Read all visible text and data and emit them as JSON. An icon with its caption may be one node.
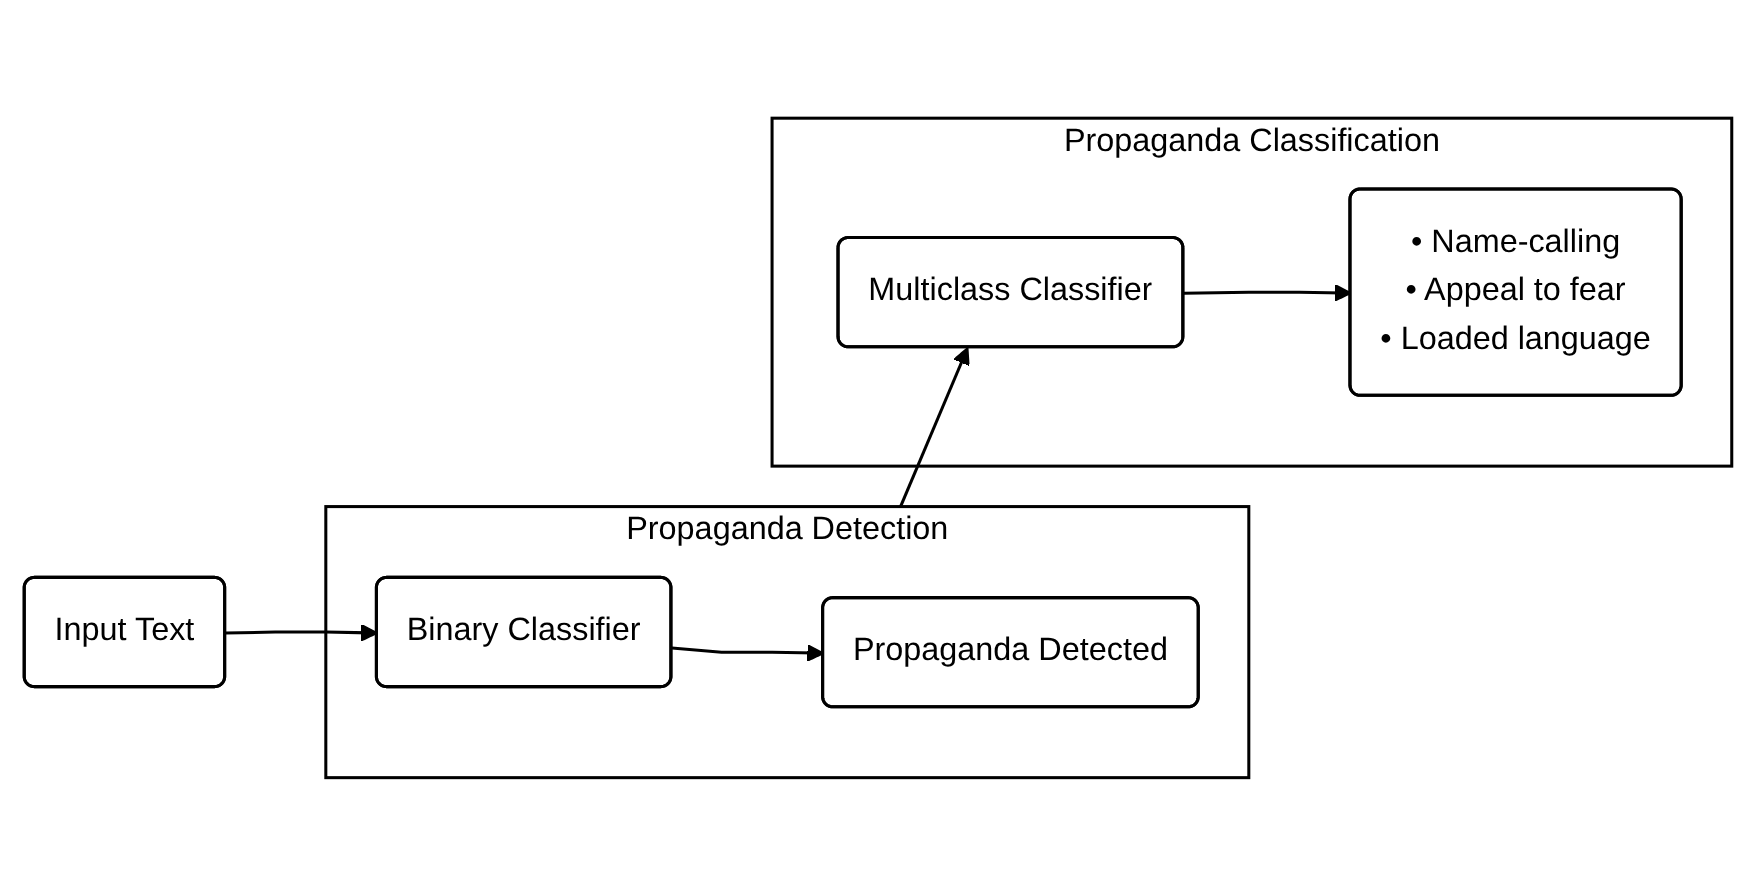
{
  "diagram": {
    "nodes": [
      {
        "text": [
          "Input Text"
        ]
      },
      {
        "text": [
          "Propaganda Detection"
        ]
      },
      {
        "text": [
          "Binary Classifier"
        ],
        "in": 1
      },
      {
        "text": [
          "Propaganda Detected"
        ],
        "in": 1
      },
      {
        "text": [
          "Propaganda Classification"
        ]
      },
      {
        "text": [
          "Multiclass Classifier"
        ],
        "in": 4
      },
      {
        "text": [
          "• Name-calling",
          "• Appeal to fear",
          "• Loaded language"
        ],
        "in": 4
      }
    ],
    "edges": [
      {
        "from": 0,
        "to": 2,
        "arrow": "to"
      },
      {
        "from": 2,
        "to": 3,
        "arrow": "to"
      },
      {
        "from": 1,
        "to": 5,
        "arrow": "to"
      },
      {
        "from": 5,
        "to": 6,
        "arrow": "to"
      }
    ]
  }
}
